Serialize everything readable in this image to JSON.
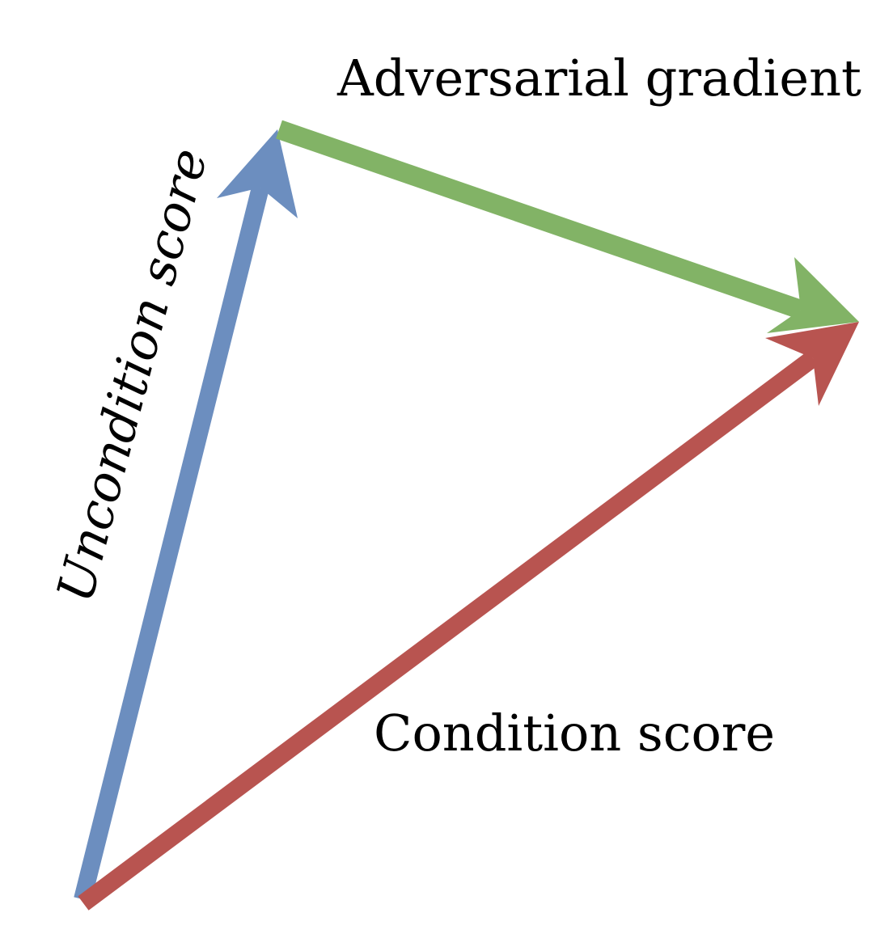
{
  "labels": {
    "adversarial": "Adversarial gradient",
    "uncondition": "Uncondition score",
    "condition": "Condition score"
  },
  "colors": {
    "uncondition_arrow": "#6c8ebf",
    "adversarial_arrow": "#82b366",
    "condition_arrow": "#b85450",
    "text": "#000000",
    "background": "#ffffff"
  }
}
